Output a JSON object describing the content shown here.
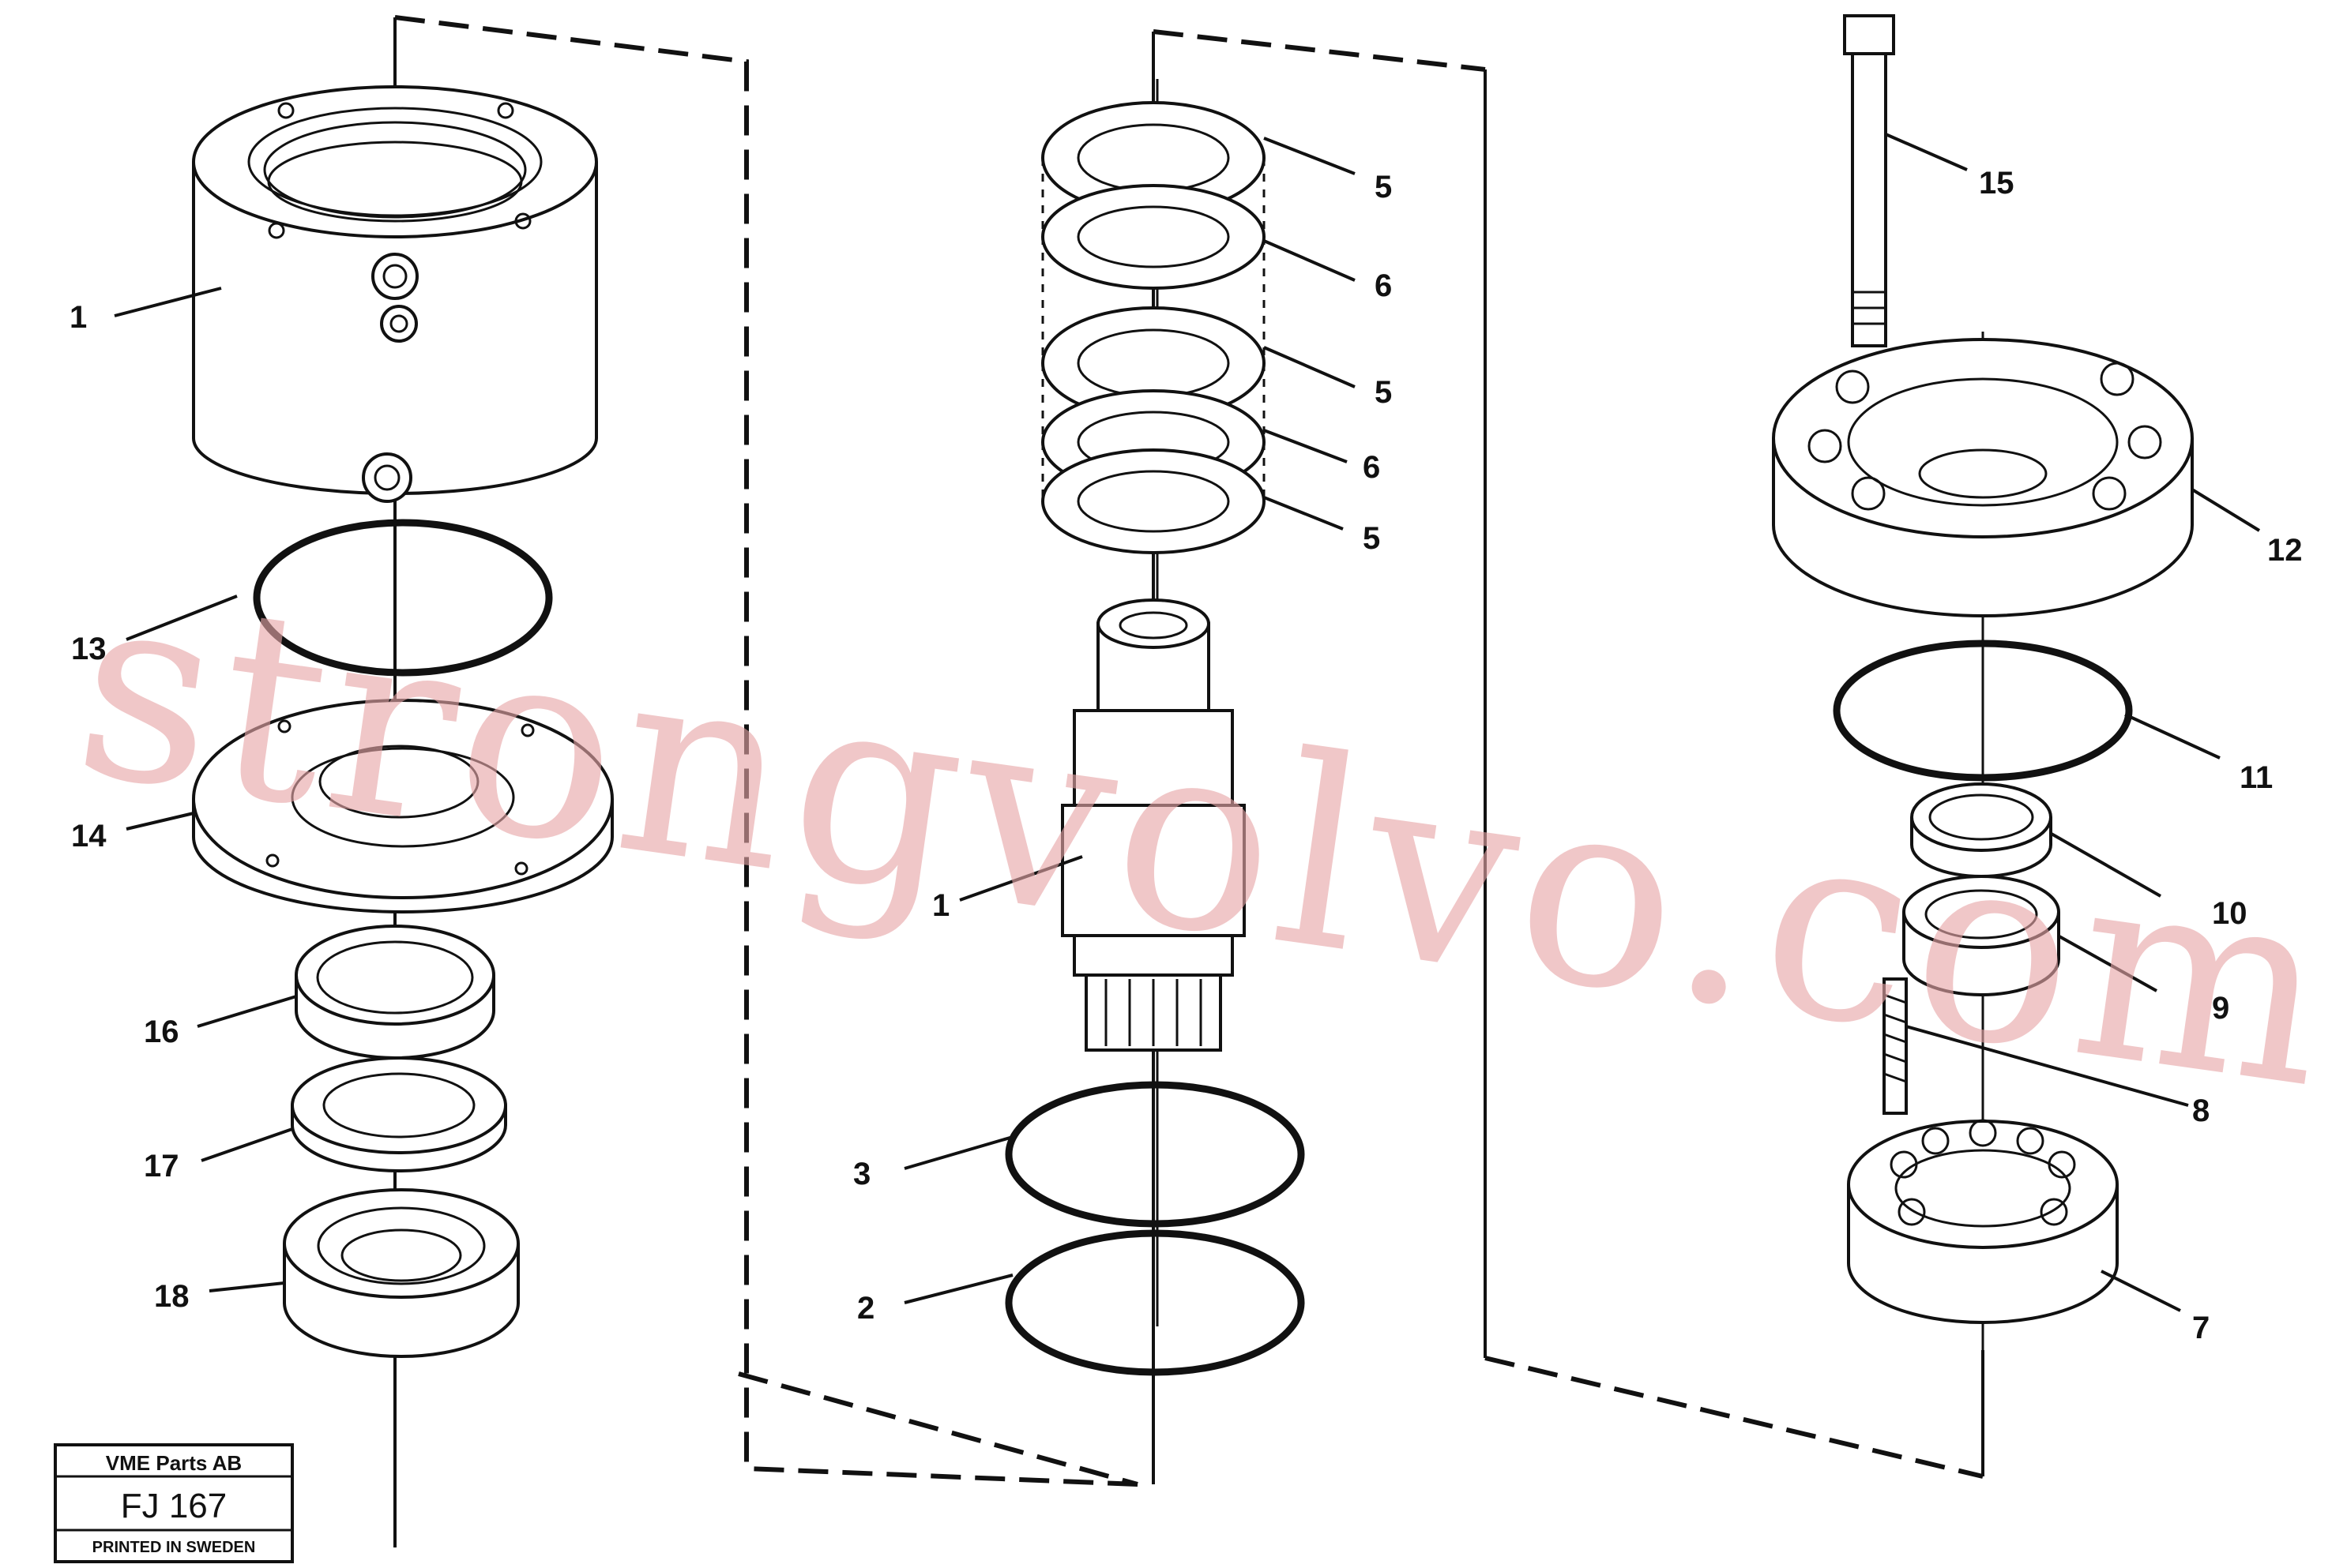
{
  "callouts": {
    "c1_left": "1",
    "c13": "13",
    "c14": "14",
    "c16": "16",
    "c17": "17",
    "c18": "18",
    "c5_top": "5",
    "c6_top": "6",
    "c5_mid": "5",
    "c6_mid": "6",
    "c5_bot": "5",
    "c1_center": "1",
    "c3": "3",
    "c2": "2",
    "c15": "15",
    "c12": "12",
    "c11": "11",
    "c10": "10",
    "c9": "9",
    "c8": "8",
    "c7": "7"
  },
  "watermark": "strongvolvo.com",
  "title_block": {
    "company": "VME Parts AB",
    "code": "FJ 167",
    "printed": "PRINTED IN SWEDEN"
  }
}
